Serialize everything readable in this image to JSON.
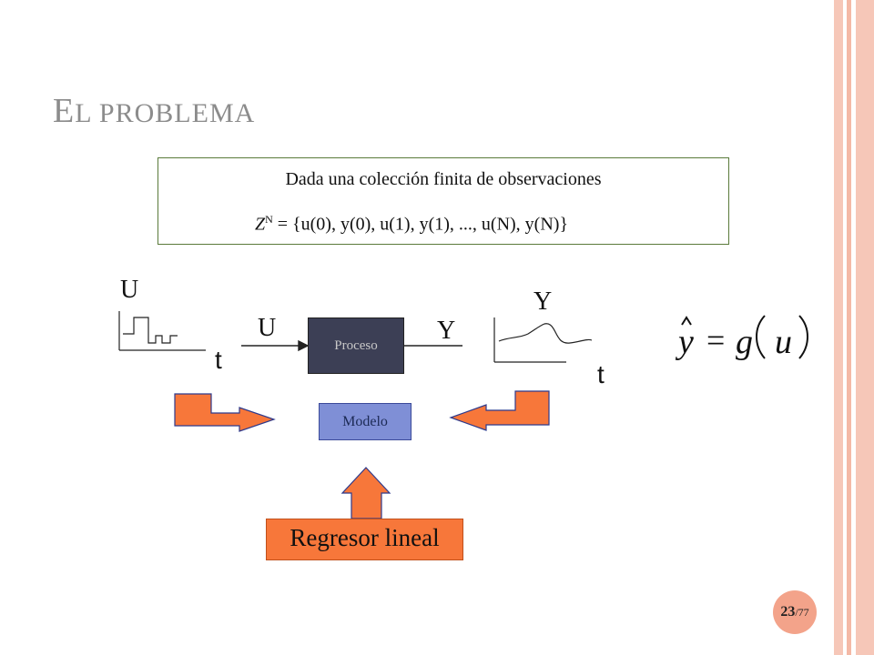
{
  "slide": {
    "title_first": "E",
    "title_rest": "L PROBLEMA",
    "observations_line1": "Dada una colección finita de observaciones",
    "observations_z": "Z",
    "observations_sup": "N",
    "observations_rest": " = {u(0), y(0), u(1), y(1), ..., u(N), y(N)}",
    "input_axis_y": "U",
    "input_axis_t": "t",
    "process_in_label": "U",
    "process_label": "Proceso",
    "process_out_label": "Y",
    "output_axis_y": "Y",
    "output_axis_t": "t",
    "model_label": "Modelo",
    "regressor_label": "Regresor lineal",
    "page_current": "23",
    "page_total": "/77"
  },
  "colors": {
    "process_fill": "#3c3f55",
    "model_fill": "#7f8fd6",
    "arrow_fill": "#f7773a",
    "border_stripes": "#f4b9a6"
  }
}
